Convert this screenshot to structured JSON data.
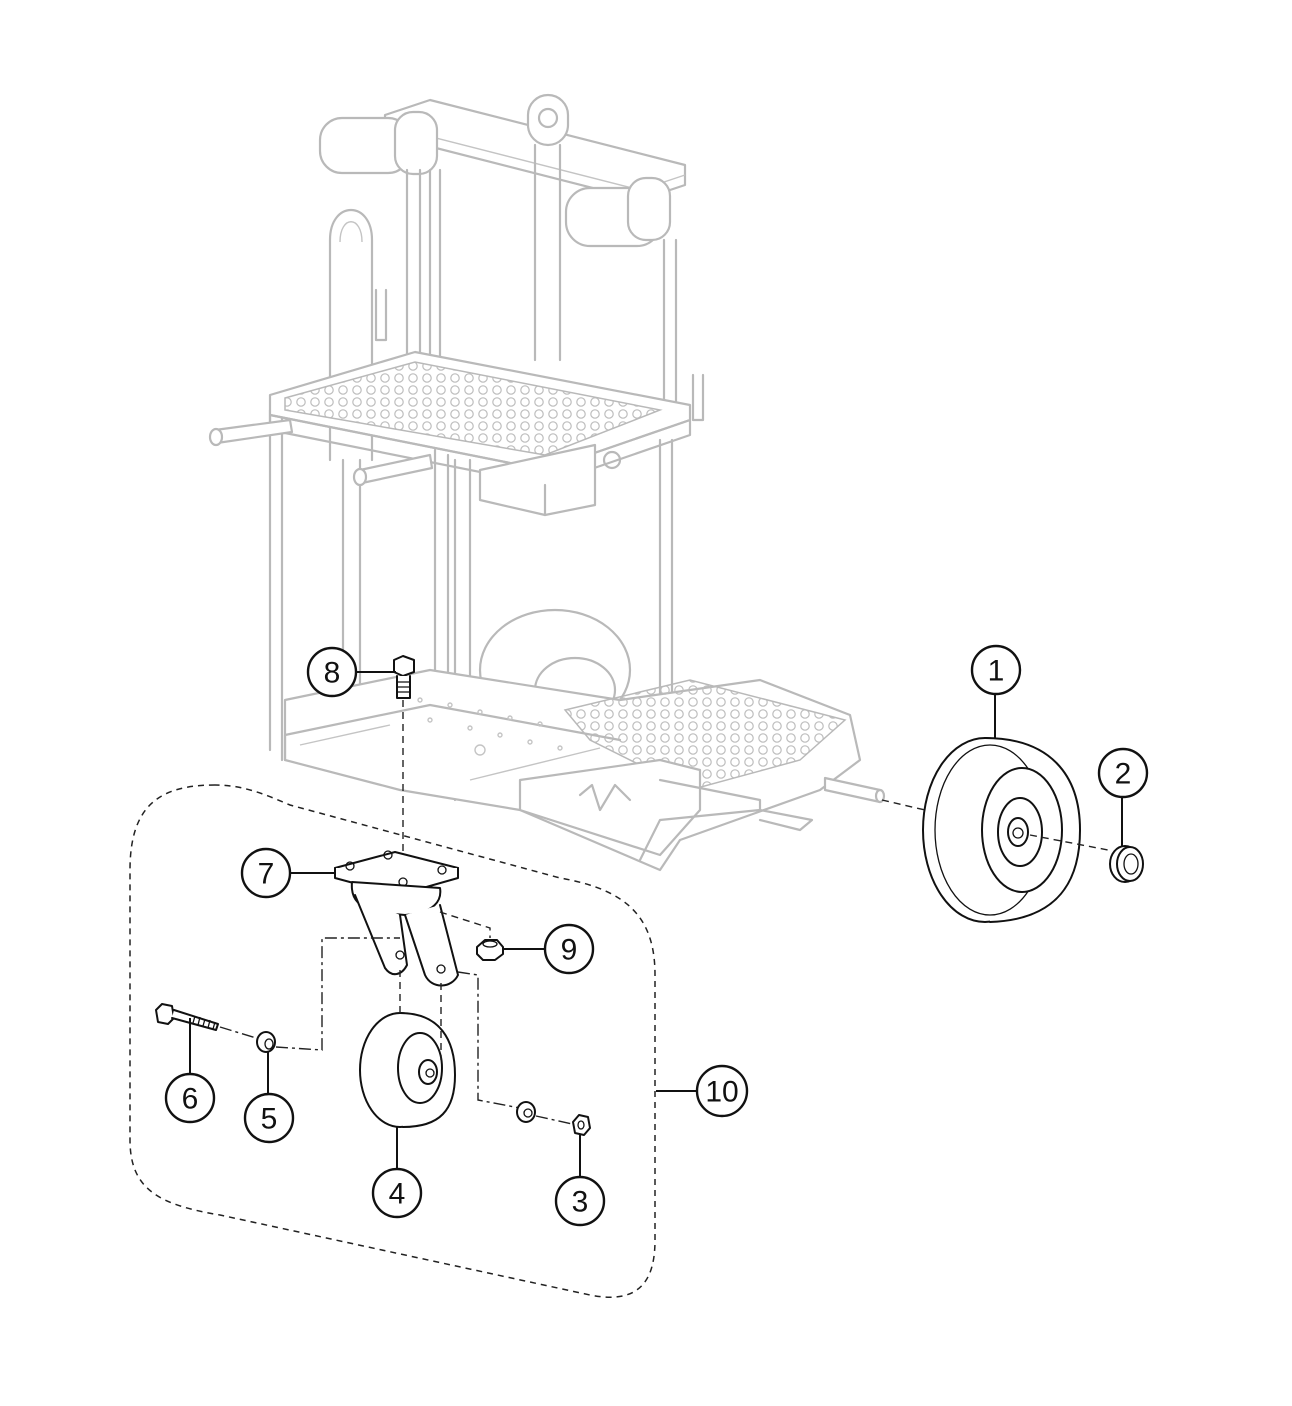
{
  "callouts": [
    {
      "id": "1",
      "label": "1"
    },
    {
      "id": "2",
      "label": "2"
    },
    {
      "id": "3",
      "label": "3"
    },
    {
      "id": "4",
      "label": "4"
    },
    {
      "id": "5",
      "label": "5"
    },
    {
      "id": "6",
      "label": "6"
    },
    {
      "id": "7",
      "label": "7"
    },
    {
      "id": "8",
      "label": "8"
    },
    {
      "id": "9",
      "label": "9"
    },
    {
      "id": "10",
      "label": "10"
    }
  ],
  "icons": {
    "frame": "stand-frame-icon",
    "rear-wheel": "wheel-icon",
    "caster": "caster-wheel-icon"
  },
  "colors": {
    "frame_gray": "#b9b9b9",
    "line_black": "#111111"
  }
}
